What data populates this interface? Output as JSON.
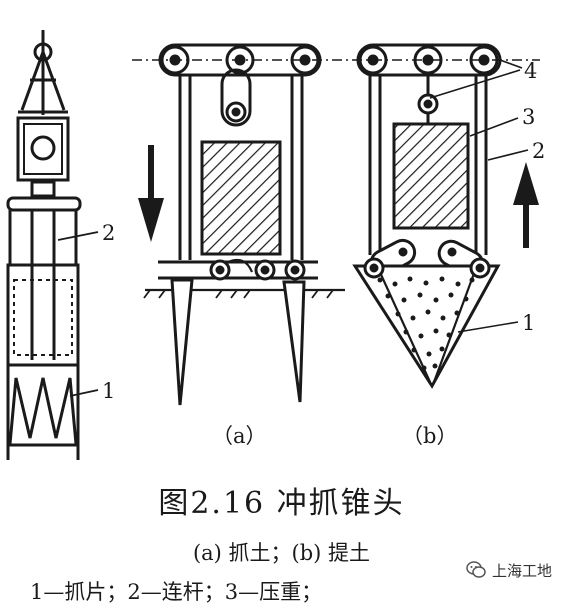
{
  "figure": {
    "panel_a_label": "（a）",
    "panel_b_label": "（b）",
    "left_label_2": "2",
    "left_label_1": "1",
    "b_label_4": "4",
    "b_label_3": "3",
    "b_label_2": "2",
    "b_label_1": "1"
  },
  "caption": {
    "title": "图2.16  冲抓锥头",
    "subtitle": "(a) 抓土；(b) 提土",
    "legend": "1—抓片；2—连杆；3—压重；"
  },
  "watermark": {
    "text": "上海工地",
    "icon": "wechat-icon"
  },
  "colors": {
    "ink": "#1a1a1a",
    "background": "#ffffff"
  }
}
